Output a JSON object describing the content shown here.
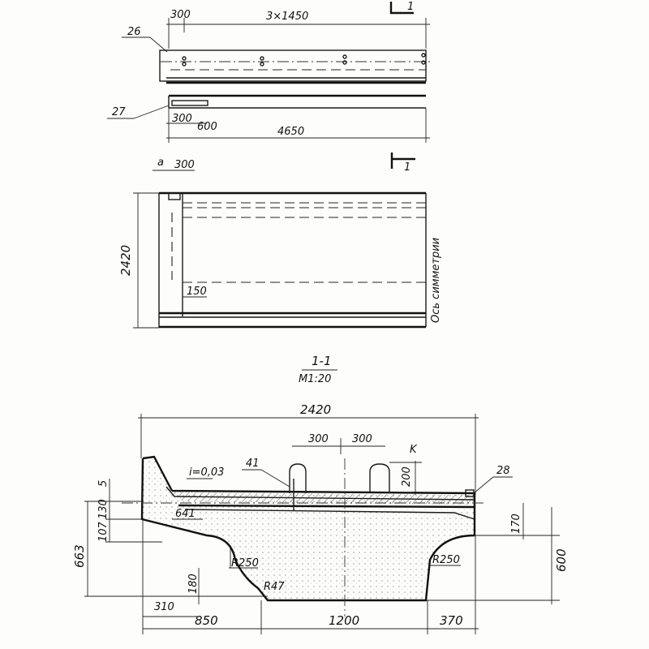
{
  "labels": {
    "top_dim_300": "300",
    "top_dim_3x1450": "3×1450",
    "callout_26": "26",
    "callout_27": "27",
    "dim_300_bottom": "300",
    "dim_600": "600",
    "dim_4650": "4650",
    "section_mark_1": "1",
    "plan_dim_a": "a",
    "plan_dim_300": "300",
    "plan_section_mark": "1",
    "plan_height_2420": "2420",
    "plan_dim_150": "150",
    "symmetry_axis": "Ось симметрии",
    "section_title": "1-1",
    "scale": "М1:20",
    "sec_width_2420": "2420",
    "sec_dim_300_a": "300",
    "sec_dim_300_b": "300",
    "slope_mark": "i=0,03",
    "callout_41": "41",
    "callout_28": "28",
    "sec_dim_200": "200",
    "sec_dim_641": "641",
    "sec_dim_5": "5",
    "sec_dim_130": "130",
    "sec_dim_107": "107",
    "sec_dim_663": "663",
    "sec_dim_170": "170",
    "sec_dim_600": "600",
    "sec_r250_left": "R250",
    "sec_r250_right": "R250",
    "sec_dim_180": "180",
    "sec_r47": "R47",
    "sec_dim_310": "310",
    "sec_dim_850": "850",
    "sec_dim_1200": "1200",
    "sec_dim_370": "370",
    "sec_mark_k": "K"
  },
  "colors": {
    "ink": "#1a1a1a",
    "paper": "#fdfdfb"
  }
}
